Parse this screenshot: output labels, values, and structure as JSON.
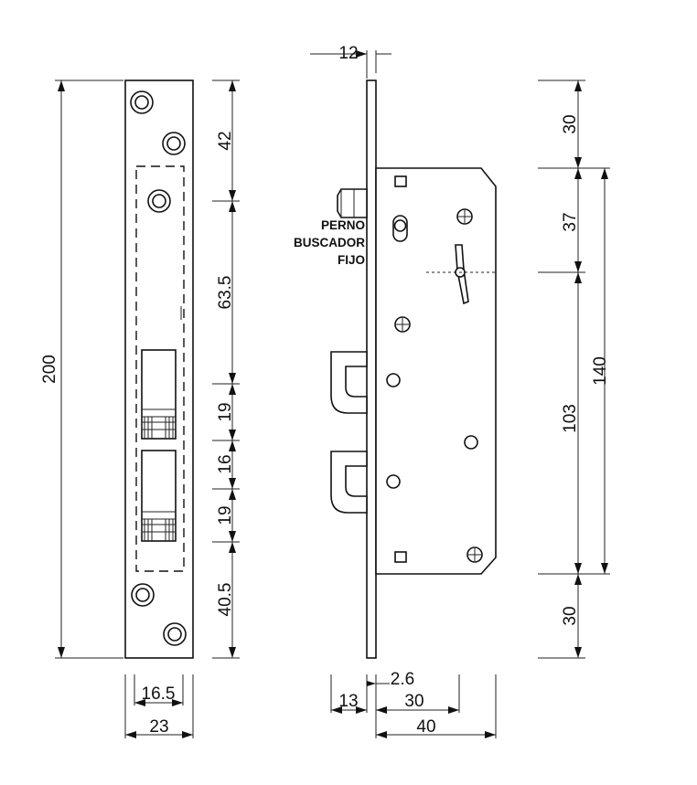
{
  "dimensions": {
    "overall_height": "200",
    "screw_top_offset": "42",
    "cutout_span": "63.5",
    "bolt_upper": "19",
    "bolt_gap": "16",
    "bolt_lower": "19",
    "screw_bottom_offset": "40.5",
    "inner_width": "16.5",
    "plate_width": "23",
    "plate_thickness": "12",
    "top_margin": "30",
    "upper_section": "37",
    "lower_section": "103",
    "case_height": "140",
    "bottom_margin": "30",
    "thin_offset": "2.6",
    "hook_depth": "13",
    "inner_depth": "30",
    "case_depth": "40"
  },
  "labels": {
    "perno_line1": "PERNO",
    "perno_line2": "BUSCADOR",
    "perno_line3": "FIJO"
  }
}
